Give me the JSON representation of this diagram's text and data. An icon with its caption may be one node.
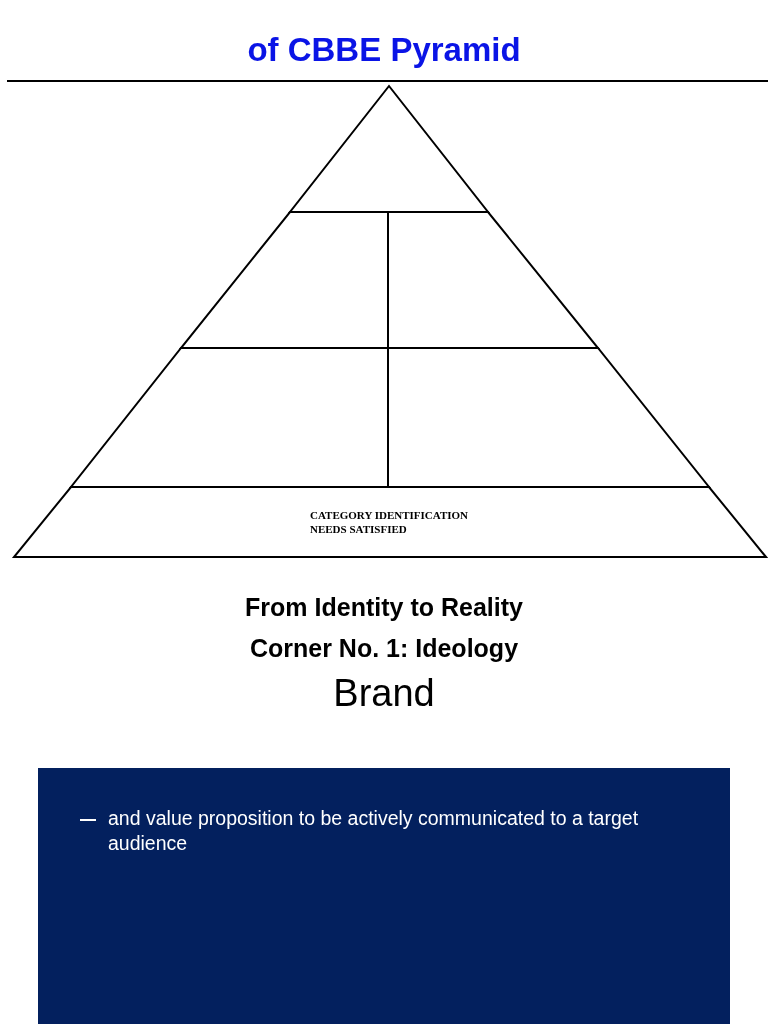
{
  "diagram": {
    "title": "of CBBE Pyramid",
    "nodes": [
      {
        "text": [],
        "shape": "triangle"
      },
      {
        "text": [],
        "shape": "trapezoid"
      },
      {
        "text": [],
        "shape": "trapezoid"
      },
      {
        "text": [],
        "shape": "trapezoid"
      },
      {
        "text": [],
        "shape": "trapezoid"
      },
      {
        "text": [
          "CATEGORY IDENTIFICATION",
          "NEEDS SATISFIED"
        ]
      },
      {
        "text": [
          "and value proposition to be actively communicated to a target audience"
        ]
      }
    ],
    "edges": [],
    "labels": [
      "From Identity to Reality",
      "Corner No. 1: Ideology",
      "Brand"
    ]
  }
}
